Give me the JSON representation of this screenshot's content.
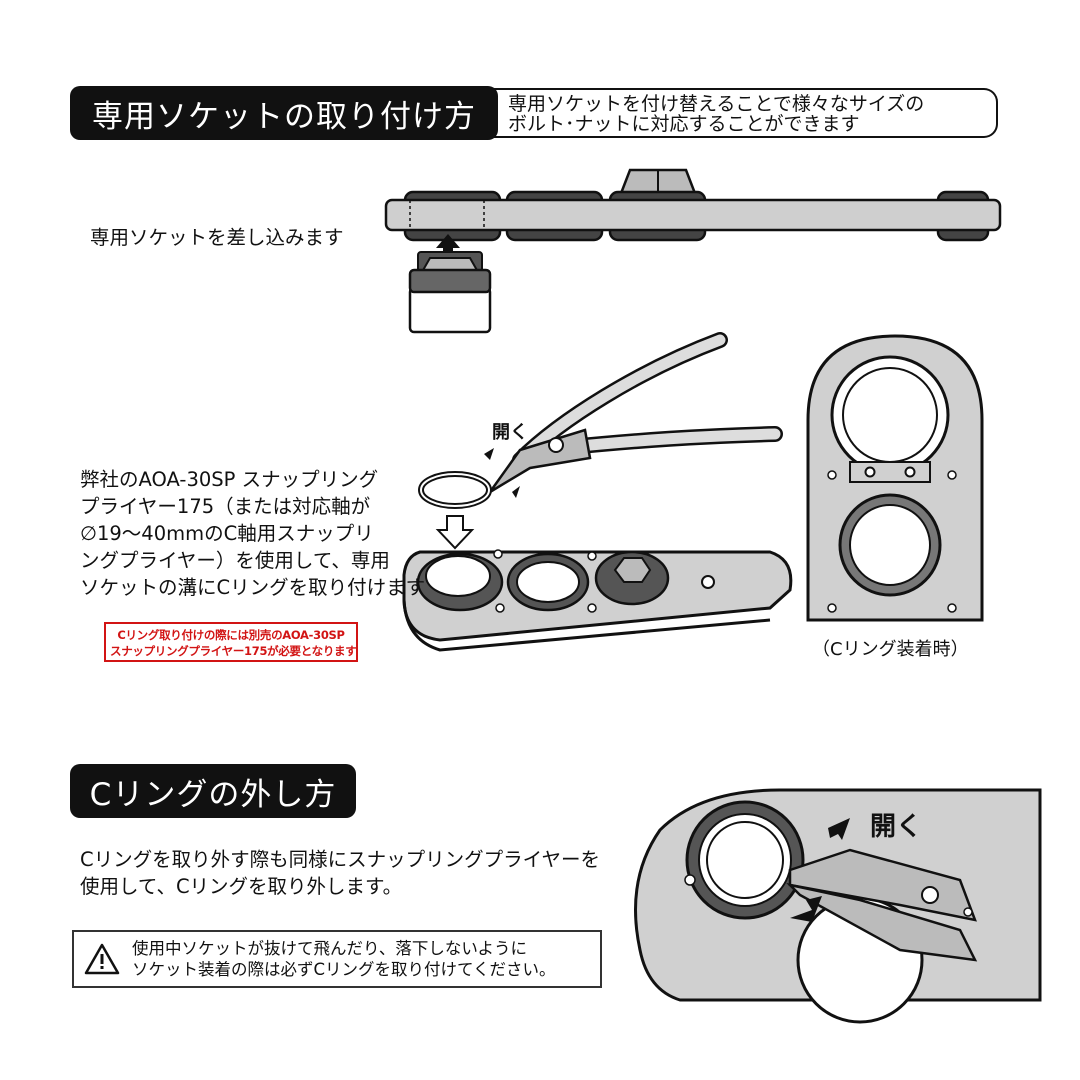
{
  "section1": {
    "title": "専用ソケットの取り付け方",
    "note_lines": [
      "専用ソケットを付け替えることで様々なサイズの",
      "ボルト･ナットに対応することができます"
    ]
  },
  "step1": {
    "caption": "専用ソケットを差し込みます"
  },
  "step2": {
    "open_label": "開く",
    "lines": [
      "弊社のAOA-30SP スナップリング",
      "プライヤー175（または対応軸が",
      "∅19〜40mmのC軸用スナップリ",
      "ングプライヤー）を使用して、専用",
      "ソケットの溝にCリングを取り付けます"
    ],
    "warning_lines": [
      "Cリング取り付けの際には別売のAOA-30SP",
      "スナップリングプライヤー175が必要となります"
    ],
    "detail_caption": "（Cリング装着時）"
  },
  "section2": {
    "title": "Cリングの外し方",
    "lines": [
      "Cリングを取り外す際も同様にスナップリングプライヤーを",
      "使用して、Cリングを取り外します。"
    ],
    "open_label": "開く",
    "caution_lines": [
      "使用中ソケットが抜けて飛んだり、落下しないように",
      "ソケット装着の際は必ずCリングを取り付けてください。"
    ]
  },
  "icons": {
    "caution": "warning-triangle-icon",
    "arrow": "arrow-icon"
  },
  "colors": {
    "ink": "#111111",
    "warning_red": "#d21414",
    "metal": "#c9c9c9",
    "dark_metal": "#555555"
  }
}
